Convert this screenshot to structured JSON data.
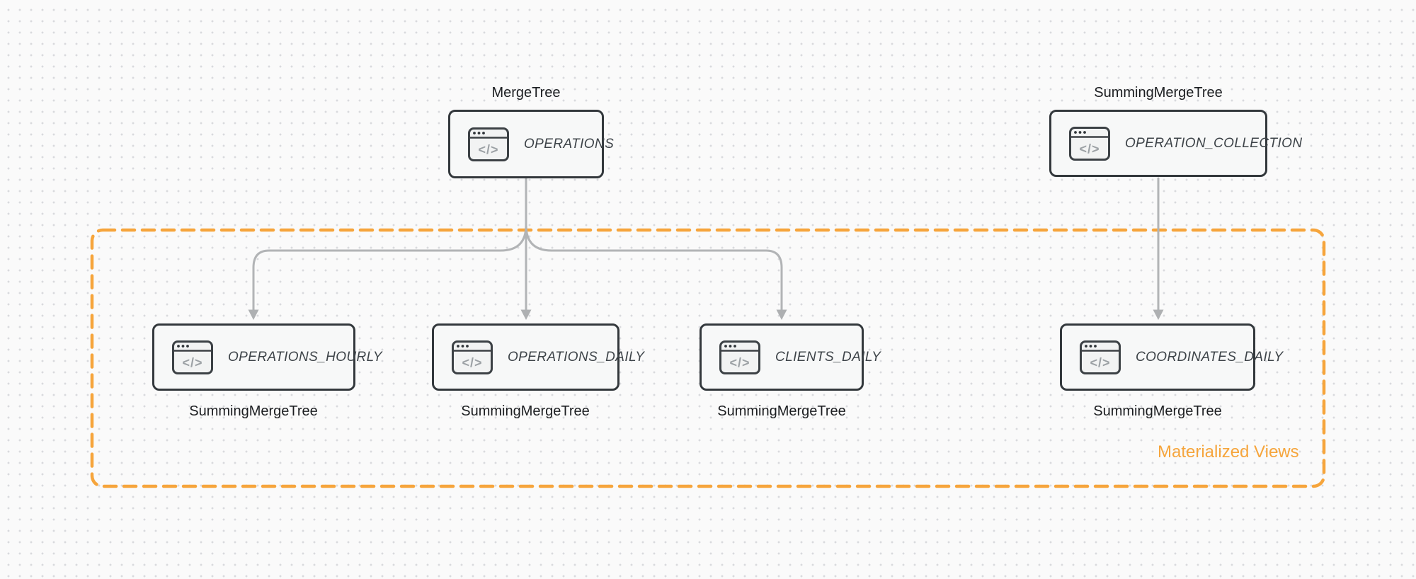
{
  "diagram": {
    "tool": "entity-relationship diagram of table engines feeding materialized views"
  },
  "colors": {
    "background": "#fafafa",
    "grid_dot": "#d9dadd",
    "accent_orange": "#f6a53c",
    "node_border": "#33383c",
    "node_fill": "#f7f8f8",
    "node_text": "#3e4449",
    "engine_label_text": "#1b1d20",
    "arrow_gray": "#b2b4b6"
  },
  "group": {
    "label": "Materialized Views"
  },
  "nodes": [
    {
      "id": "operations",
      "name": "OPERATIONS",
      "engine_label": "MergeTree",
      "engine_position": "above",
      "icon": "code-window-icon"
    },
    {
      "id": "operation_collection",
      "name": "OPERATION_COLLECTION",
      "engine_label": "SummingMergeTree",
      "engine_position": "above",
      "icon": "code-window-icon"
    },
    {
      "id": "operations_hourly",
      "name": "OPERATIONS_HOURLY",
      "engine_label": "SummingMergeTree",
      "engine_position": "below",
      "icon": "code-window-icon"
    },
    {
      "id": "operations_daily",
      "name": "OPERATIONS_DAILY",
      "engine_label": "SummingMergeTree",
      "engine_position": "below",
      "icon": "code-window-icon"
    },
    {
      "id": "clients_daily",
      "name": "CLIENTS_DAILY",
      "engine_label": "SummingMergeTree",
      "engine_position": "below",
      "icon": "code-window-icon"
    },
    {
      "id": "coordinates_daily",
      "name": "COORDINATES_DAILY",
      "engine_label": "SummingMergeTree",
      "engine_position": "below",
      "icon": "code-window-icon"
    }
  ],
  "edges": [
    {
      "from": "operations",
      "to": "operations_hourly"
    },
    {
      "from": "operations",
      "to": "operations_daily"
    },
    {
      "from": "operations",
      "to": "clients_daily"
    },
    {
      "from": "operation_collection",
      "to": "coordinates_daily"
    }
  ],
  "icon_glyph": "</>"
}
